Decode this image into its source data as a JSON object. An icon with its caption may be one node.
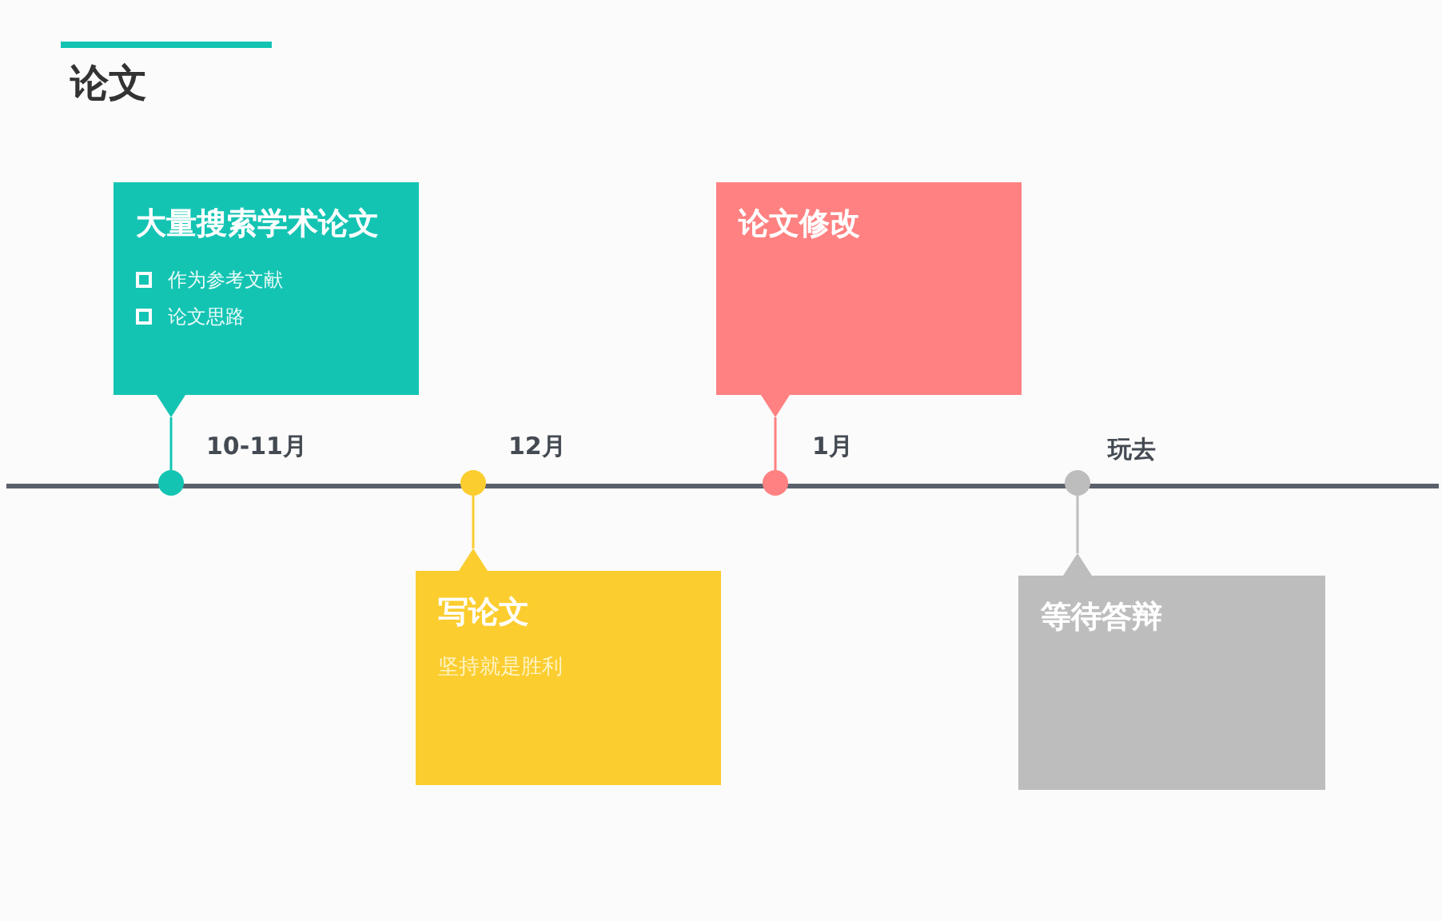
{
  "diagram": {
    "title": "论文",
    "nodes": [
      {
        "text": [
          "大量搜索学术论文",
          "作为参考文献",
          "论文思路"
        ]
      },
      {
        "text": [],
        "shape": "circle",
        "beside": [
          "10-11月"
        ]
      },
      {
        "text": [],
        "shape": "circle",
        "beside": [
          "12月"
        ]
      },
      {
        "text": [
          "写论文",
          "坚持就是胜利"
        ]
      },
      {
        "text": [
          "论文修改"
        ]
      },
      {
        "text": [],
        "shape": "circle",
        "beside": [
          "1月"
        ]
      },
      {
        "text": [],
        "shape": "circle",
        "beside": [
          "玩去"
        ]
      },
      {
        "text": [
          "等待答辩"
        ]
      }
    ],
    "edges": [
      {
        "from": 0,
        "to": 1,
        "arrow": "none",
        "color": "#14c4b3"
      },
      {
        "from": 3,
        "to": 2,
        "arrow": "none",
        "color": "#fbcd2f"
      },
      {
        "from": 4,
        "to": 5,
        "arrow": "none",
        "color": "#ff8181"
      },
      {
        "from": 7,
        "to": 6,
        "arrow": "none",
        "color": "#bdbdbd"
      }
    ]
  }
}
